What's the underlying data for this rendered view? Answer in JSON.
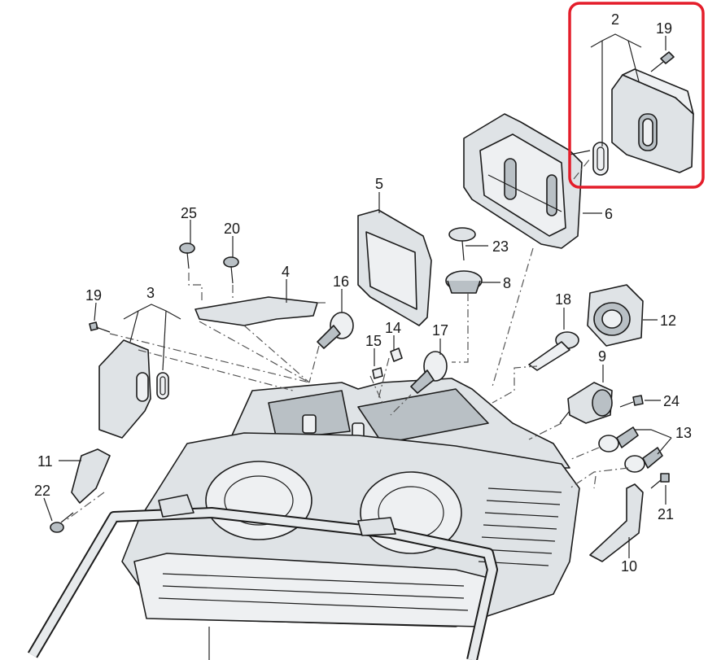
{
  "labels": {
    "p2": "2",
    "p19a": "19",
    "p6": "6",
    "p5": "5",
    "p23": "23",
    "p8": "8",
    "p25": "25",
    "p20": "20",
    "p4": "4",
    "p16": "16",
    "p18": "18",
    "p12": "12",
    "p19b": "19",
    "p3": "3",
    "p15": "15",
    "p14": "14",
    "p17": "17",
    "p9": "9",
    "p24": "24",
    "p13": "13",
    "p11": "11",
    "p22": "22",
    "p21": "21",
    "p10": "10"
  },
  "highlight": {
    "color": "#e41d2a",
    "target": "2"
  }
}
